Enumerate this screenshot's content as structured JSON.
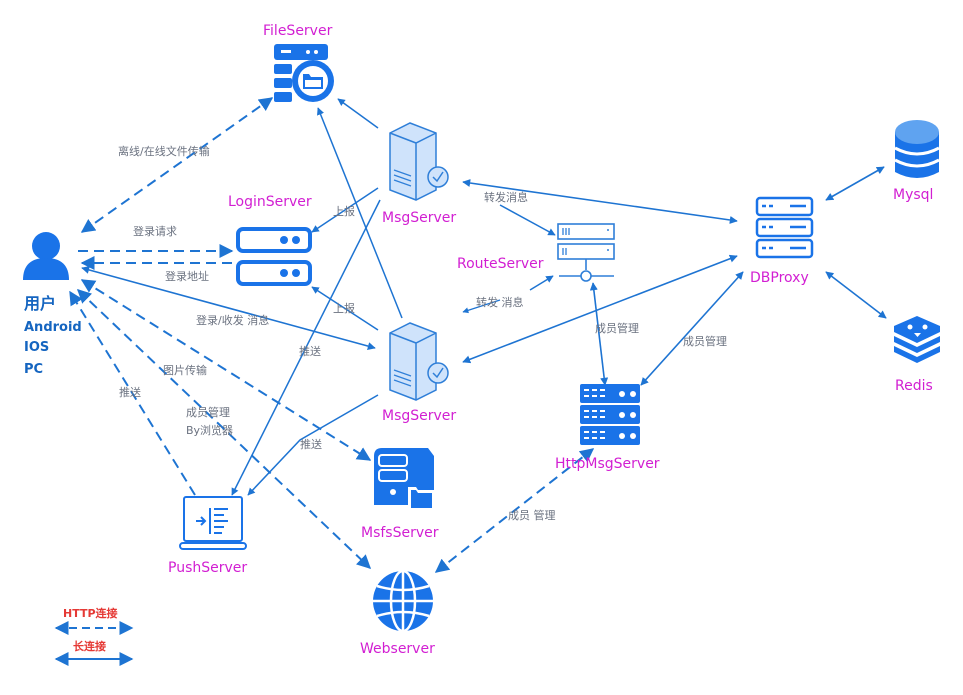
{
  "title": "IM system architecture",
  "colors": {
    "line": "#1e74d2",
    "icon": "#1a73e8",
    "node_label": "#d21fd2",
    "edge_label": "#6b7280",
    "legend_label": "#e53935"
  },
  "nodes": {
    "user": {
      "label": "用户",
      "platforms": [
        "Android",
        "IOS",
        "PC"
      ],
      "icon": "user-icon"
    },
    "fileserver": {
      "label": "FileServer",
      "icon": "file-server-icon"
    },
    "loginserver": {
      "label": "LoginServer",
      "icon": "server-stack-icon"
    },
    "msgserver1": {
      "label": "MsgServer",
      "icon": "server-tower-icon"
    },
    "msgserver2": {
      "label": "MsgServer",
      "icon": "server-tower-icon"
    },
    "routeserver": {
      "label": "RouteServer",
      "icon": "network-server-icon"
    },
    "dbproxy": {
      "label": "DBProxy",
      "icon": "server-rack-icon"
    },
    "mysql": {
      "label": "Mysql",
      "icon": "database-icon"
    },
    "redis": {
      "label": "Redis",
      "icon": "redis-icon"
    },
    "httpmsgserver": {
      "label": "HttpMsgServer",
      "icon": "server-rack-filled-icon"
    },
    "pushserver": {
      "label": "PushServer",
      "icon": "laptop-icon"
    },
    "msfsserver": {
      "label": "MsfsServer",
      "icon": "pc-folder-icon"
    },
    "webserver": {
      "label": "Webserver",
      "icon": "globe-icon"
    }
  },
  "edges": [
    {
      "from": "user",
      "to": "fileserver",
      "type": "http",
      "label": "离线/在线文件传输"
    },
    {
      "from": "user",
      "to": "loginserver",
      "type": "http",
      "label": "登录请求"
    },
    {
      "from": "loginserver",
      "to": "user",
      "type": "http",
      "label": "登录地址"
    },
    {
      "from": "user",
      "to": "msgserver2",
      "type": "long",
      "label": "登录/收发 消息"
    },
    {
      "from": "user",
      "to": "msfsserver",
      "type": "http",
      "label": "图片传输"
    },
    {
      "from": "user",
      "to": "webserver",
      "type": "http",
      "label": "成员管理\nBy浏览器"
    },
    {
      "from": "pushserver",
      "to": "user",
      "type": "http",
      "label": "推送"
    },
    {
      "from": "msgserver1",
      "to": "fileserver",
      "type": "long",
      "label": ""
    },
    {
      "from": "msgserver2",
      "to": "fileserver",
      "type": "long",
      "label": ""
    },
    {
      "from": "msgserver1",
      "to": "loginserver",
      "type": "long",
      "label": "上报"
    },
    {
      "from": "msgserver2",
      "to": "loginserver",
      "type": "long",
      "label": "上报"
    },
    {
      "from": "msgserver1",
      "to": "pushserver",
      "type": "long",
      "label": "推送"
    },
    {
      "from": "msgserver2",
      "to": "pushserver",
      "type": "long",
      "label": "推送"
    },
    {
      "from": "msgserver1",
      "to": "routeserver",
      "type": "long",
      "label": "转发消息"
    },
    {
      "from": "msgserver2",
      "to": "routeserver",
      "type": "long",
      "label": "转发 消息"
    },
    {
      "from": "msgserver1",
      "to": "dbproxy",
      "type": "long",
      "label": ""
    },
    {
      "from": "msgserver2",
      "to": "dbproxy",
      "type": "long",
      "label": ""
    },
    {
      "from": "httpmsgserver",
      "to": "routeserver",
      "type": "long",
      "label": "成员管理"
    },
    {
      "from": "httpmsgserver",
      "to": "dbproxy",
      "type": "long",
      "label": "成员管理"
    },
    {
      "from": "dbproxy",
      "to": "mysql",
      "type": "long",
      "label": ""
    },
    {
      "from": "dbproxy",
      "to": "redis",
      "type": "long",
      "label": ""
    },
    {
      "from": "webserver",
      "to": "httpmsgserver",
      "type": "http",
      "label": "成员 管理"
    }
  ],
  "legend": {
    "http_label": "HTTP连接",
    "long_label": "长连接"
  }
}
